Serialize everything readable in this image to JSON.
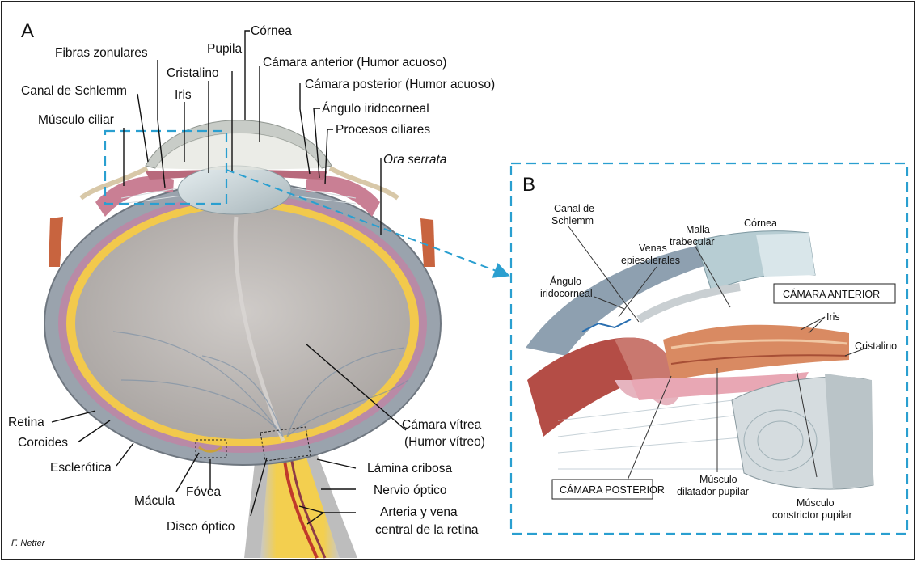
{
  "panel_a": {
    "letter": "A",
    "labels": {
      "cornea": "Córnea",
      "pupila": "Pupila",
      "camara_anterior": "Cámara anterior (Humor acuoso)",
      "camara_posterior": "Cámara posterior (Humor acuoso)",
      "angulo": "Ángulo iridocorneal",
      "procesos": "Procesos ciliares",
      "ora_serrata": "Ora serrata",
      "fibras": "Fibras zonulares",
      "cristalino": "Cristalino",
      "canal": "Canal de Schlemm",
      "iris": "Iris",
      "musculo_ciliar": "Músculo ciliar",
      "retina": "Retina",
      "coroides": "Coroides",
      "esclerotica": "Esclerótica",
      "macula": "Mácula",
      "fovea": "Fóvea",
      "disco": "Disco óptico",
      "camara_vitrea_1": "Cámara vítrea",
      "camara_vitrea_2": "(Humor vítreo)",
      "lamina": "Lámina cribosa",
      "nervio": "Nervio óptico",
      "arteria_1": "Arteria y vena",
      "arteria_2": "central de la retina"
    },
    "signature": "F. Netter"
  },
  "panel_b": {
    "letter": "B",
    "labels": {
      "canal_1": "Canal de",
      "canal_2": "Schlemm",
      "malla_1": "Malla",
      "malla_2": "trabecular",
      "cornea": "Córnea",
      "venas_1": "Venas",
      "venas_2": "epiesclerales",
      "angulo_1": "Ángulo",
      "angulo_2": "iridocorneal",
      "camara_anterior": "CÁMARA ANTERIOR",
      "iris": "Iris",
      "cristalino": "Cristalino",
      "camara_posterior": "CÁMARA POSTERIOR",
      "dilatador_1": "Músculo",
      "dilatador_2": "dilatador pupilar",
      "constrictor_1": "Músculo",
      "constrictor_2": "constrictor pupilar"
    }
  },
  "colors": {
    "highlight": "#2a9fd0",
    "retina": "#f2c94c",
    "sclera": "#9aa3ad",
    "vitreous": "#b9b5b2"
  }
}
